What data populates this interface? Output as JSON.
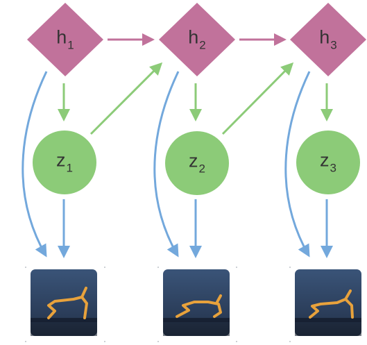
{
  "colors": {
    "hidden_node": "#c1729b",
    "latent_node": "#8ccb78",
    "recurrent_edge": "#c1729b",
    "prior_edge": "#8ccb78",
    "decoder_edge": "#73a8dc",
    "label": "#333333",
    "frame_bg_top": "#364f73",
    "frame_bg_bottom": "#1c2638",
    "walker": "#e8a23c"
  },
  "nodes": {
    "h": [
      {
        "letter": "h",
        "index": "1"
      },
      {
        "letter": "h",
        "index": "2"
      },
      {
        "letter": "h",
        "index": "3"
      }
    ],
    "z": [
      {
        "letter": "z",
        "index": "1"
      },
      {
        "letter": "z",
        "index": "2"
      },
      {
        "letter": "z",
        "index": "3"
      }
    ]
  },
  "frames": [
    {
      "icon": "walker-frame-1"
    },
    {
      "icon": "walker-frame-2"
    },
    {
      "icon": "walker-frame-3"
    }
  ]
}
